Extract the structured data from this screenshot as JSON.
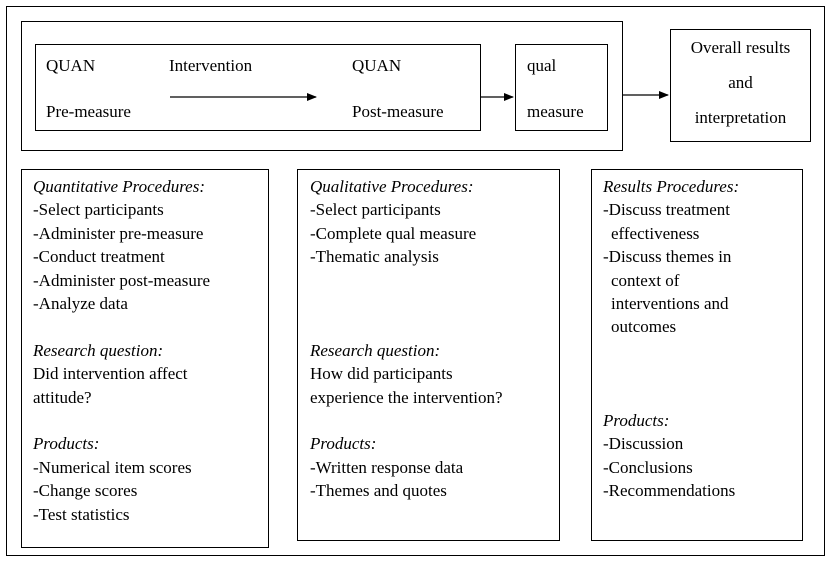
{
  "flow": {
    "quan_pre": {
      "top": "QUAN",
      "bottom": "Pre-measure"
    },
    "intervention": "Intervention",
    "quan_post": {
      "top": "QUAN",
      "bottom": "Post-measure"
    },
    "qual": {
      "top": "qual",
      "bottom": "measure"
    },
    "overall": [
      "Overall results",
      "and",
      "interpretation"
    ]
  },
  "columns": {
    "quantitative": {
      "procedures_title": "Quantitative Procedures:",
      "procedures": [
        "-Select participants",
        "-Administer pre-measure",
        "-Conduct treatment",
        "-Administer post-measure",
        "-Analyze data"
      ],
      "question_title": "Research question:",
      "question": [
        "Did intervention affect",
        "attitude?"
      ],
      "products_title": "Products:",
      "products": [
        "-Numerical item scores",
        "-Change scores",
        "-Test statistics"
      ]
    },
    "qualitative": {
      "procedures_title": "Qualitative Procedures:",
      "procedures": [
        "-Select participants",
        "-Complete qual measure",
        "-Thematic analysis"
      ],
      "question_title": "Research question:",
      "question": [
        "How did participants",
        "experience the intervention?"
      ],
      "products_title": "Products:",
      "products": [
        "-Written response data",
        "-Themes and quotes"
      ]
    },
    "results": {
      "procedures_title": "Results Procedures:",
      "procedures": [
        "-Discuss treatment",
        " effectiveness",
        "-Discuss themes in",
        " context of",
        " interventions and",
        " outcomes"
      ],
      "products_title": "Products:",
      "products": [
        "-Discussion",
        "-Conclusions",
        "-Recommendations"
      ]
    }
  }
}
